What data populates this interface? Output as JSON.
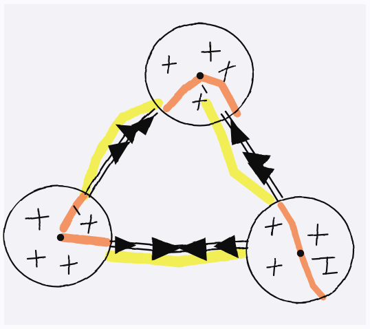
{
  "drawing": {
    "colors": {
      "paper": "#f3f2f6",
      "ink": "#111111",
      "highlight_yellow": "#f2ef3a",
      "radius_orange": "#f48a55"
    },
    "nodes": [
      {
        "id": "top",
        "plus_marks": 5
      },
      {
        "id": "left",
        "plus_marks": 5
      },
      {
        "id": "right",
        "plus_marks": 4
      }
    ],
    "links": [
      {
        "from": "top",
        "to": "left",
        "arrowheads": "double-headed"
      },
      {
        "from": "top",
        "to": "right",
        "arrowheads": "double-headed"
      },
      {
        "from": "left",
        "to": "right",
        "arrowheads": "double-headed"
      }
    ]
  }
}
